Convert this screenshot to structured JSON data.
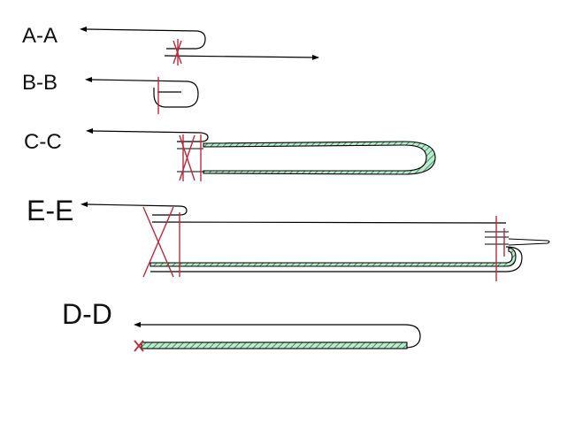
{
  "sections": [
    {
      "id": "aa",
      "label": "A-A"
    },
    {
      "id": "bb",
      "label": "B-B"
    },
    {
      "id": "cc",
      "label": "C-C"
    },
    {
      "id": "ee",
      "label": "E-E"
    },
    {
      "id": "dd",
      "label": "D-D"
    }
  ],
  "colors": {
    "stroke": "#000000",
    "cut_mark": "#c0283a",
    "hatch_fill": "#bfe8cf",
    "hatch_stripe": "#2e9a62"
  }
}
